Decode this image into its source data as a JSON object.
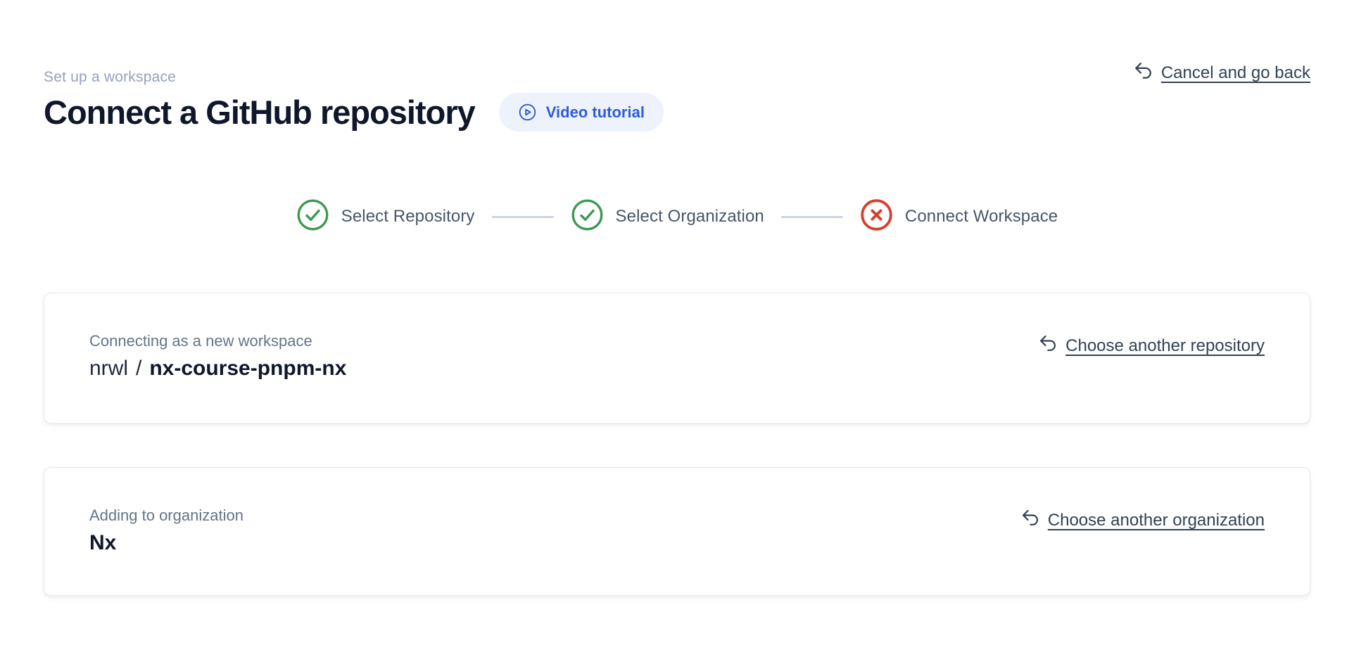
{
  "header": {
    "eyebrow": "Set up a workspace",
    "title": "Connect a GitHub repository",
    "video_tutorial_label": "Video tutorial",
    "cancel_label": "Cancel and go back"
  },
  "stepper": {
    "steps": [
      {
        "label": "Select Repository",
        "status": "complete"
      },
      {
        "label": "Select Organization",
        "status": "complete"
      },
      {
        "label": "Connect Workspace",
        "status": "error"
      }
    ]
  },
  "repository_card": {
    "label": "Connecting as a new workspace",
    "owner": "nrwl",
    "separator": "/",
    "repo": "nx-course-pnpm-nx",
    "change_label": "Choose another repository"
  },
  "organization_card": {
    "label": "Adding to organization",
    "name": "Nx",
    "change_label": "Choose another organization"
  },
  "colors": {
    "title_dark": "#0f172a",
    "success_green": "#3c9a50",
    "error_red": "#d6402b",
    "accent_blue": "#2f5cd9",
    "accent_blue_bg": "#edf2fc"
  }
}
